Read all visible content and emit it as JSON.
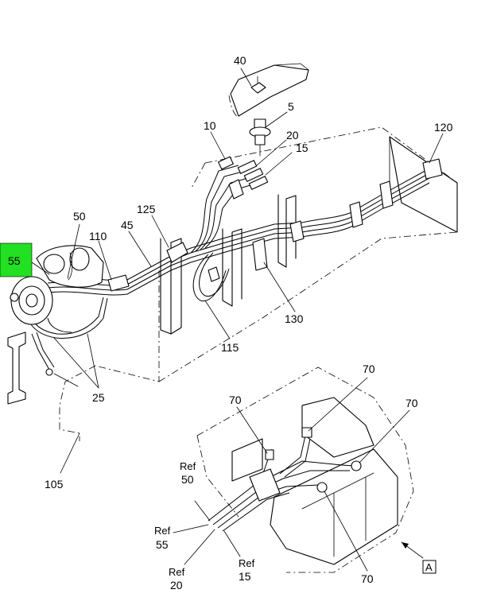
{
  "highlight_color": "#22e022",
  "callouts": {
    "c40": "40",
    "c5": "5",
    "c10": "10",
    "c20": "20",
    "c15": "15",
    "c120": "120",
    "c125": "125",
    "c45": "45",
    "c50": "50",
    "c110": "110",
    "c55": "55",
    "c130": "130",
    "c115": "115",
    "c25": "25",
    "c105": "105",
    "c70a": "70",
    "c70b": "70",
    "c70c": "70",
    "c70d": "70"
  },
  "detail_refs": {
    "ref50_word": "Ref",
    "ref50_num": "50",
    "ref55_word": "Ref",
    "ref55_num": "55",
    "ref20_word": "Ref",
    "ref20_num": "20",
    "ref15_word": "Ref",
    "ref15_num": "15"
  },
  "view_label": "A"
}
